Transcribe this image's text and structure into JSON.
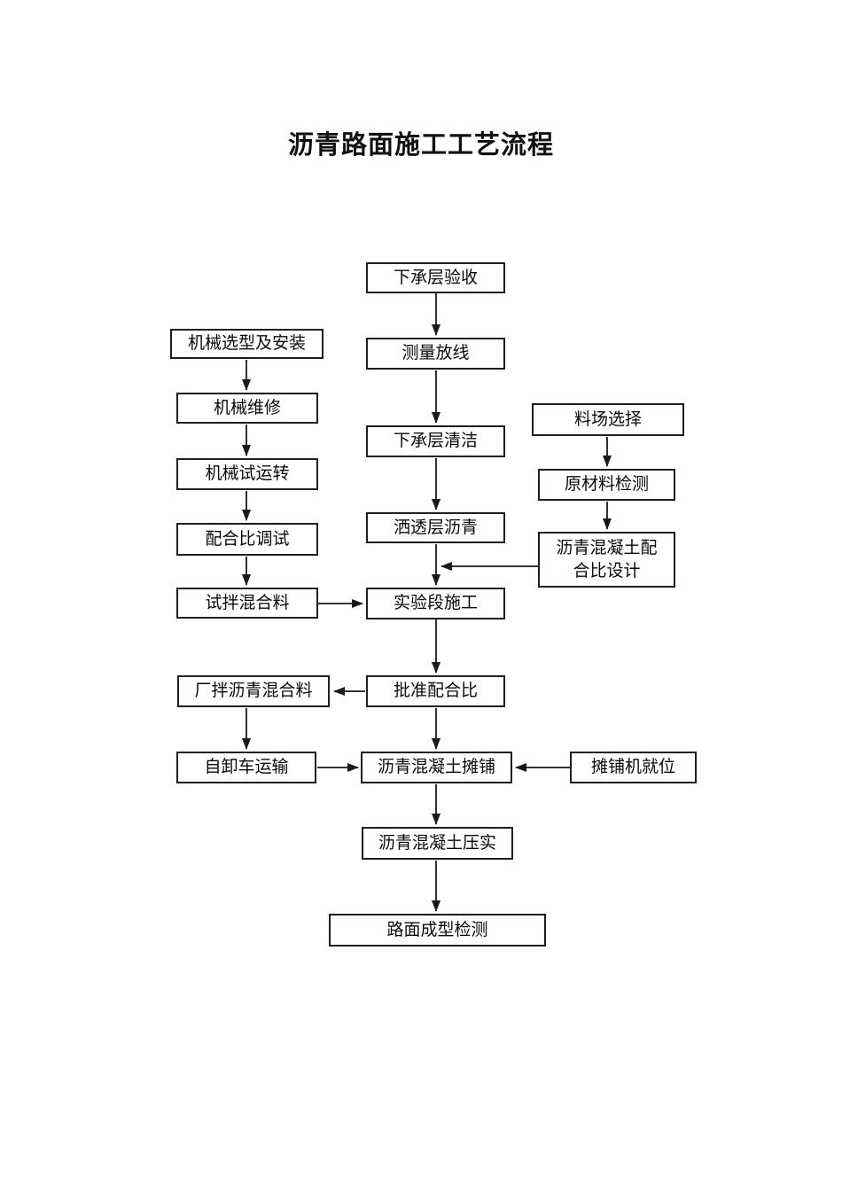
{
  "title": "沥青路面施工工艺流程",
  "colors": {
    "background": "#ffffff",
    "box_border": "#1f1f1f",
    "line": "#1a1a1a",
    "text": "#0a0a0a"
  },
  "nodes": {
    "inspect_base": {
      "label": "下承层验收"
    },
    "survey_layout": {
      "label": "测量放线"
    },
    "clean_base": {
      "label": "下承层清洁"
    },
    "spray_prime": {
      "label": "洒透层沥青"
    },
    "trial_section": {
      "label": "实验段施工"
    },
    "approve_mix": {
      "label": "批准配合比"
    },
    "paving": {
      "label": "沥青混凝土摊铺"
    },
    "compaction": {
      "label": "沥青混凝土压实"
    },
    "final_inspection": {
      "label": "路面成型检测"
    },
    "machine_select": {
      "label": "机械选型及安装"
    },
    "machine_repair": {
      "label": "机械维修"
    },
    "machine_trial": {
      "label": "机械试运转"
    },
    "mix_debug": {
      "label": "配合比调试"
    },
    "trial_mix": {
      "label": "试拌混合料"
    },
    "plant_mix": {
      "label": "厂拌沥青混合料"
    },
    "truck_transport": {
      "label": "自卸车运输"
    },
    "site_select": {
      "label": "料场选择"
    },
    "material_test": {
      "label": "原材料检测"
    },
    "mix_design": {
      "label": "沥青混凝土配合比设计"
    },
    "paver_position": {
      "label": "摊铺机就位"
    }
  },
  "edges": [
    {
      "from": "inspect_base",
      "to": "survey_layout"
    },
    {
      "from": "survey_layout",
      "to": "clean_base"
    },
    {
      "from": "clean_base",
      "to": "spray_prime"
    },
    {
      "from": "spray_prime",
      "to": "trial_section"
    },
    {
      "from": "mix_design",
      "to": "trial_section"
    },
    {
      "from": "trial_mix",
      "to": "trial_section"
    },
    {
      "from": "trial_section",
      "to": "approve_mix"
    },
    {
      "from": "approve_mix",
      "to": "plant_mix"
    },
    {
      "from": "approve_mix",
      "to": "paving"
    },
    {
      "from": "plant_mix",
      "to": "truck_transport"
    },
    {
      "from": "truck_transport",
      "to": "paving"
    },
    {
      "from": "paver_position",
      "to": "paving"
    },
    {
      "from": "paving",
      "to": "compaction"
    },
    {
      "from": "compaction",
      "to": "final_inspection"
    },
    {
      "from": "machine_select",
      "to": "machine_repair"
    },
    {
      "from": "machine_repair",
      "to": "machine_trial"
    },
    {
      "from": "machine_trial",
      "to": "mix_debug"
    },
    {
      "from": "mix_debug",
      "to": "trial_mix"
    },
    {
      "from": "site_select",
      "to": "material_test"
    },
    {
      "from": "material_test",
      "to": "mix_design"
    }
  ]
}
